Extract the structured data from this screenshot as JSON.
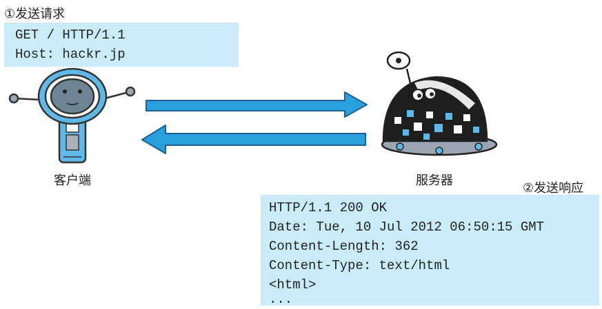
{
  "request": {
    "title": "①发送请求",
    "lines": [
      "GET / HTTP/1.1",
      "Host: hackr.jp"
    ]
  },
  "response": {
    "title": "②发送响应",
    "lines": [
      "HTTP/1.1 200 OK",
      "Date: Tue, 10 Jul 2012 06:50:15 GMT",
      "Content-Length: 362",
      "Content-Type: text/html",
      "<html>",
      "..."
    ]
  },
  "client_label": "客户端",
  "server_label": "服务器",
  "colors": {
    "box_fill": "#c9ecf8",
    "arrow": "#2a9fe0",
    "robot_blue": "#5fb8e6"
  }
}
